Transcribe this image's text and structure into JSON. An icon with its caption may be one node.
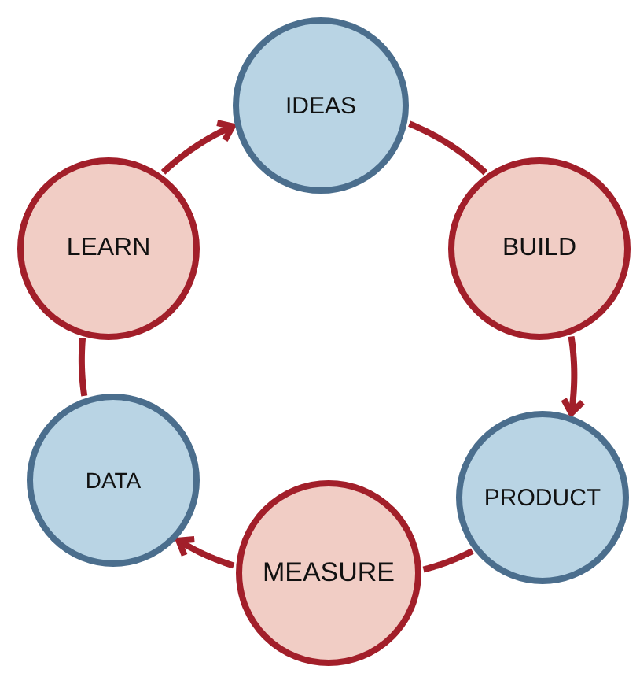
{
  "diagram": {
    "nodes": [
      {
        "text": [
          "IDEAS"
        ]
      },
      {
        "text": [
          "LEARN"
        ]
      },
      {
        "text": [
          "BUILD"
        ]
      },
      {
        "text": [
          "DATA"
        ]
      },
      {
        "text": [
          "PRODUCT"
        ]
      },
      {
        "text": [
          "MEASURE"
        ]
      }
    ],
    "edges": [
      {
        "from": 1,
        "to": 0,
        "arrow": "to"
      },
      {
        "from": 0,
        "to": 2,
        "arrow": "none"
      },
      {
        "from": 2,
        "to": 4,
        "arrow": "to"
      },
      {
        "from": 4,
        "to": 5,
        "arrow": "none"
      },
      {
        "from": 5,
        "to": 3,
        "arrow": "to"
      },
      {
        "from": 3,
        "to": 1,
        "arrow": "none"
      }
    ]
  }
}
